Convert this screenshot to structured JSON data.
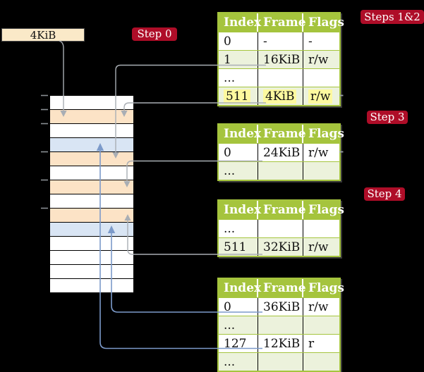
{
  "colors": {
    "green": "#A5C43D",
    "rowgreen": "#ECF2DC",
    "yellow": "#FDF99F",
    "orange": "#FCE3C6",
    "blue": "#D9E5F4",
    "cream": "#FAE9C8",
    "badge": "#AE0D28",
    "gray_line": "#A9AEB4",
    "blue_line": "#7C9ACA"
  },
  "source_box": {
    "label": "4KiB"
  },
  "badges": {
    "step0": "Step 0",
    "steps12": "Steps 1&2",
    "step3": "Step 3",
    "step4": "Step 4"
  },
  "memory": {
    "rows": [
      {
        "fill": "white"
      },
      {
        "fill": "orange"
      },
      {
        "fill": "white"
      },
      {
        "fill": "blue"
      },
      {
        "fill": "orange"
      },
      {
        "fill": "white"
      },
      {
        "fill": "orange"
      },
      {
        "fill": "white"
      },
      {
        "fill": "orange"
      },
      {
        "fill": "blue"
      },
      {
        "fill": "white"
      },
      {
        "fill": "white"
      },
      {
        "fill": "white"
      },
      {
        "fill": "white"
      }
    ]
  },
  "tables": [
    {
      "name": "page-table-steps-1-2",
      "headers": [
        "Index",
        "Frame",
        "Flags"
      ],
      "rows": [
        {
          "cells": [
            "0",
            "-",
            "-"
          ],
          "shade": false,
          "highlight": false
        },
        {
          "cells": [
            "1",
            "16KiB",
            "r/w"
          ],
          "shade": true,
          "highlight": false
        },
        {
          "cells": [
            "...",
            "",
            ""
          ],
          "shade": false,
          "highlight": false
        },
        {
          "cells": [
            "511",
            "4KiB",
            "r/w"
          ],
          "shade": true,
          "highlight": true
        }
      ]
    },
    {
      "name": "page-table-step-3",
      "headers": [
        "Index",
        "Frame",
        "Flags"
      ],
      "rows": [
        {
          "cells": [
            "0",
            "24KiB",
            "r/w"
          ],
          "shade": false,
          "highlight": false
        },
        {
          "cells": [
            "...",
            "",
            ""
          ],
          "shade": true,
          "highlight": false
        }
      ]
    },
    {
      "name": "page-table-step-4",
      "headers": [
        "Index",
        "Frame",
        "Flags"
      ],
      "rows": [
        {
          "cells": [
            "...",
            "",
            ""
          ],
          "shade": false,
          "highlight": false
        },
        {
          "cells": [
            "511",
            "32KiB",
            "r/w"
          ],
          "shade": true,
          "highlight": false
        }
      ]
    },
    {
      "name": "page-table-final",
      "headers": [
        "Index",
        "Frame",
        "Flags"
      ],
      "rows": [
        {
          "cells": [
            "0",
            "36KiB",
            "r/w"
          ],
          "shade": false,
          "highlight": false
        },
        {
          "cells": [
            "...",
            "",
            ""
          ],
          "shade": true,
          "highlight": false
        },
        {
          "cells": [
            "127",
            "12KiB",
            "r"
          ],
          "shade": false,
          "highlight": false
        },
        {
          "cells": [
            "...",
            "",
            ""
          ],
          "shade": true,
          "highlight": false
        }
      ]
    }
  ]
}
